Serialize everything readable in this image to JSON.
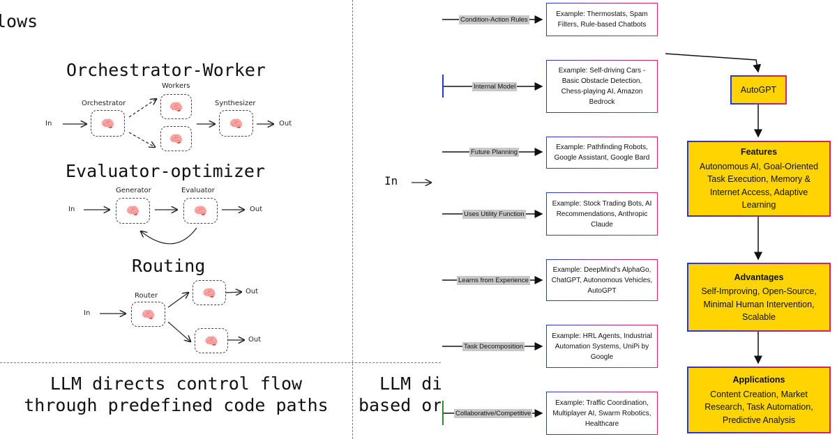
{
  "left": {
    "heading": "lows",
    "sections": {
      "orchestrator": {
        "title": "Orchestrator-Worker",
        "in": "In",
        "out": "Out",
        "orchestrator_label": "Orchestrator",
        "workers_label": "Workers",
        "synthesizer_label": "Synthesizer"
      },
      "evaluator": {
        "title": "Evaluator-optimizer",
        "in": "In",
        "out": "Out",
        "generator_label": "Generator",
        "evaluator_label": "Evaluator"
      },
      "routing": {
        "title": "Routing",
        "in": "In",
        "router_label": "Router",
        "out1": "Out",
        "out2": "Out"
      }
    },
    "bottom_left": [
      "LLM directs control flow",
      "through predefined code paths"
    ],
    "bottom_right": [
      "LLM di",
      "based or"
    ],
    "in_label": "In"
  },
  "right": {
    "categories": [
      {
        "label": "Condition-Action Rules",
        "example": "Example: Thermostats, Spam Filters, Rule-based Chatbots"
      },
      {
        "label": "Internal Model",
        "example": "Example: Self-driving Cars - Basic Obstacle Detection, Chess-playing AI, Amazon Bedrock"
      },
      {
        "label": "Future Planning",
        "example": "Example: Pathfinding Robots, Google Assistant, Google Bard"
      },
      {
        "label": "Uses Utility Function",
        "example": "Example: Stock Trading Bots, AI Recommendations, Anthropic Claude"
      },
      {
        "label": "Learns from Experience",
        "example": "Example: DeepMind's AlphaGo, ChatGPT, Autonomous Vehicles, AutoGPT"
      },
      {
        "label": "Task Decomposition",
        "example": "Example: HRL Agents, Industrial Automation Systems, UniPi by Google"
      },
      {
        "label": "Collaborative/Competitive",
        "example": "Example: Traffic Coordination, Multiplayer AI, Swarm Robotics, Healthcare"
      }
    ],
    "autogpt": "AutoGPT",
    "features": {
      "heading": "Features",
      "body": "Autonomous AI, Goal-Oriented Task Execution, Memory & Internet Access, Adaptive Learning"
    },
    "advantages": {
      "heading": "Advantages",
      "body": "Self-Improving, Open-Source, Minimal Human Intervention, Scalable"
    },
    "applications": {
      "heading": "Applications",
      "body": "Content Creation, Market Research, Task Automation, Predictive Analysis"
    },
    "colors": {
      "box_fill": "#ffd400",
      "border_start": "#2437d6",
      "border_end": "#e0205a",
      "tag_fill": "#c8c8c8"
    }
  }
}
